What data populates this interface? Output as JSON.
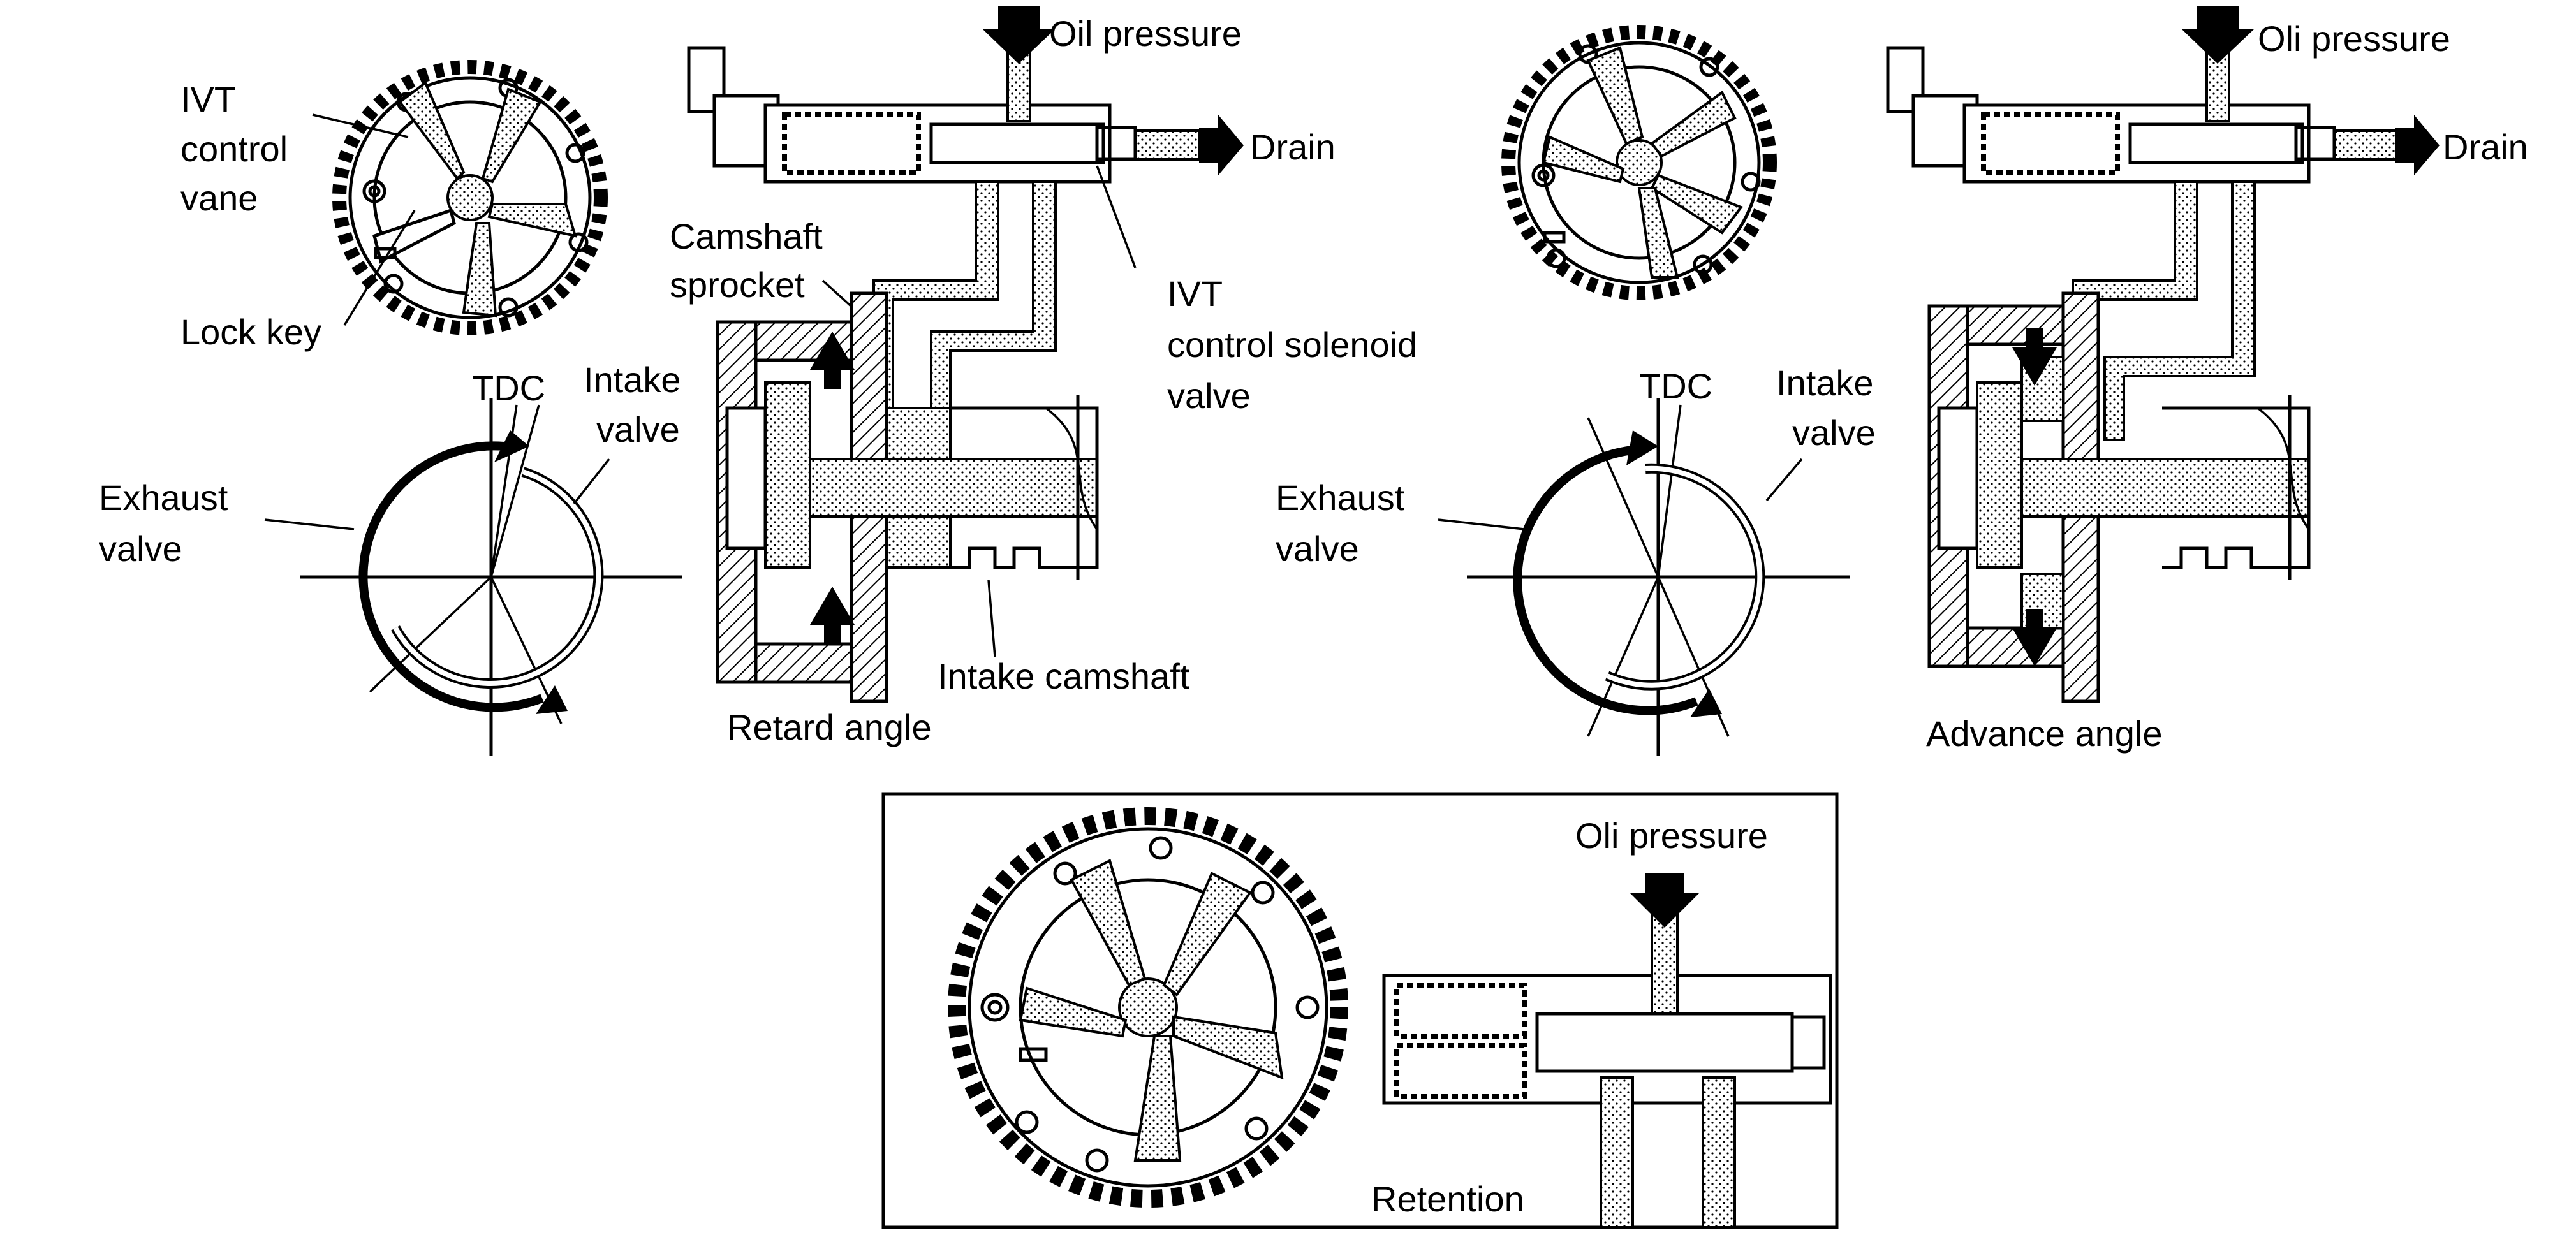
{
  "labels": {
    "oil_pressure_retard": "Oil pressure",
    "drain_retard": "Drain",
    "ivt_control_vane": "IVT\ncontrol\nvane",
    "lock_key": "Lock key",
    "camshaft_sprocket": "Camshaft\nsprocket",
    "ivt_solenoid": "IVT\ncontrol solenoid\nvalve",
    "tdc_left": "TDC",
    "intake_valve_left": "Intake\nvalve",
    "exhaust_valve_left": "Exhaust\nvalve",
    "intake_camshaft": "Intake camshaft",
    "retard_angle": "Retard angle",
    "oil_pressure_advance": "Oli pressure",
    "drain_advance": "Drain",
    "tdc_right": "TDC",
    "intake_valve_right": "Intake\nvalve",
    "exhaust_valve_right": "Exhaust\nvalve",
    "advance_angle": "Advance angle",
    "oil_pressure_retention": "Oli pressure",
    "retention": "Retention"
  }
}
